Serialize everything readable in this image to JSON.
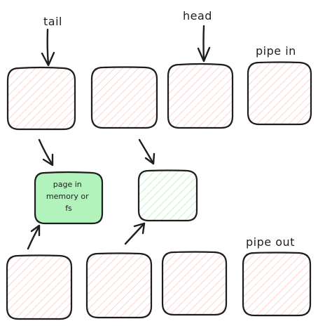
{
  "labels": {
    "tail": "tail",
    "head": "head",
    "pipe_in": "pipe in",
    "pipe_out": "pipe out"
  },
  "page_node": {
    "lines": [
      "page in",
      "memory or",
      "fs"
    ]
  },
  "colors": {
    "slot_fill": "#ffc9c9",
    "page_fill": "#b2f2bb",
    "stroke": "#1e1e1e"
  }
}
